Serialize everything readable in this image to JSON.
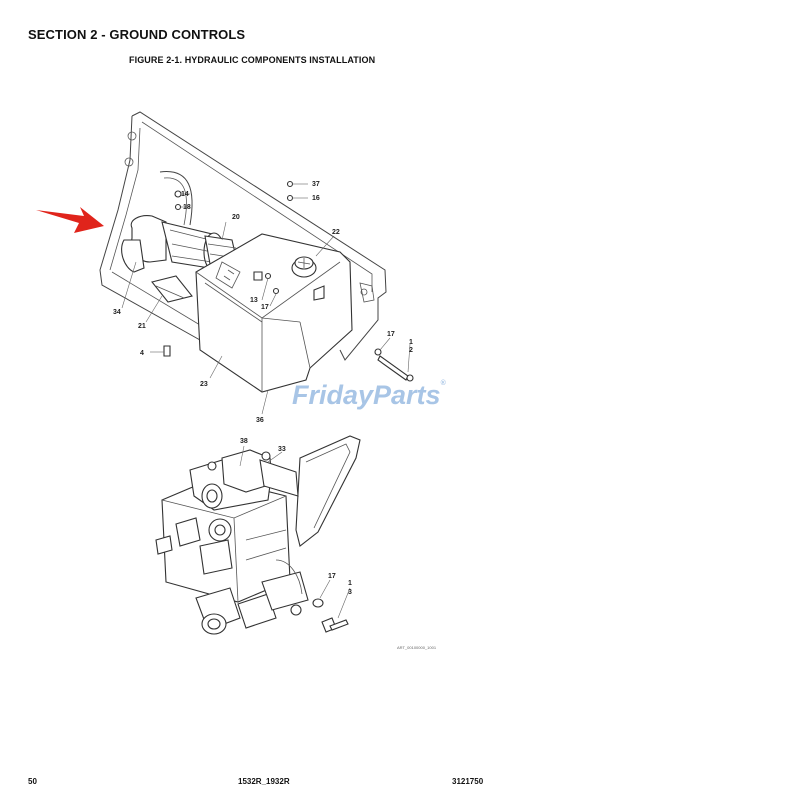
{
  "header": {
    "section_title": "SECTION 2 - GROUND CONTROLS",
    "figure_title": "FIGURE 2-1. HYDRAULIC COMPONENTS INSTALLATION"
  },
  "diagram": {
    "callouts": {
      "c37": "37",
      "c16": "16",
      "c14": "14",
      "c18": "18",
      "c20": "20",
      "c22": "22",
      "c13": "13",
      "c17a": "17",
      "c34": "34",
      "c21": "21",
      "c4": "4",
      "c23": "23",
      "c36": "36",
      "c17b": "17",
      "c1a": "1",
      "c2": "2",
      "c38": "38",
      "c33": "33",
      "c17c": "17",
      "c1b": "1",
      "c3": "3"
    },
    "art_id": "ART_00100000_1001",
    "arrow_color": "#e0241b"
  },
  "watermark": {
    "text": "FridayParts",
    "mark": "®",
    "color": "#a8c5e6"
  },
  "footer": {
    "page_number": "50",
    "model": "1532R_1932R",
    "doc_number": "3121750"
  }
}
